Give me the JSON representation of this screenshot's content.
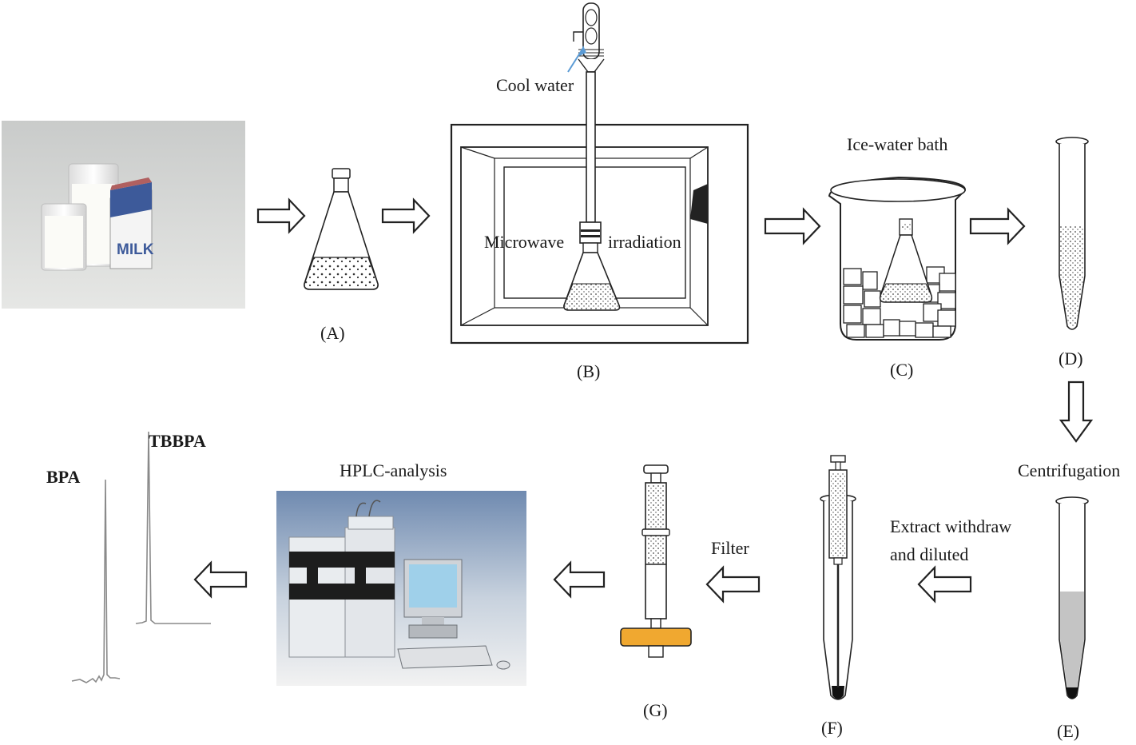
{
  "steps": {
    "a": {
      "label": "(A)"
    },
    "b": {
      "label": "(B)",
      "cool_water": "Cool water",
      "microwave": "Microwave",
      "irradiation": "irradiation"
    },
    "c": {
      "label": "(C)",
      "title": "Ice-water bath"
    },
    "d": {
      "label": "(D)"
    },
    "e": {
      "label": "(E)",
      "centrifugation": "Centrifugation"
    },
    "f": {
      "label": "(F)",
      "extract_line1": "Extract withdraw",
      "extract_line2": "and diluted"
    },
    "g": {
      "label": "(G)",
      "filter": "Filter"
    },
    "hplc": {
      "title": "HPLC-analysis"
    },
    "chromatogram": {
      "peak1": "BPA",
      "peak2": "TBBPA"
    }
  },
  "colors": {
    "arrow_fill": "#ffffff",
    "stroke": "#1a1a1a",
    "filter_disc": "#f0a830",
    "photo_bg": "#d3d5d3",
    "arrow_blue": "#5b9bd5"
  },
  "photo": {
    "carton_text": "MILK"
  }
}
